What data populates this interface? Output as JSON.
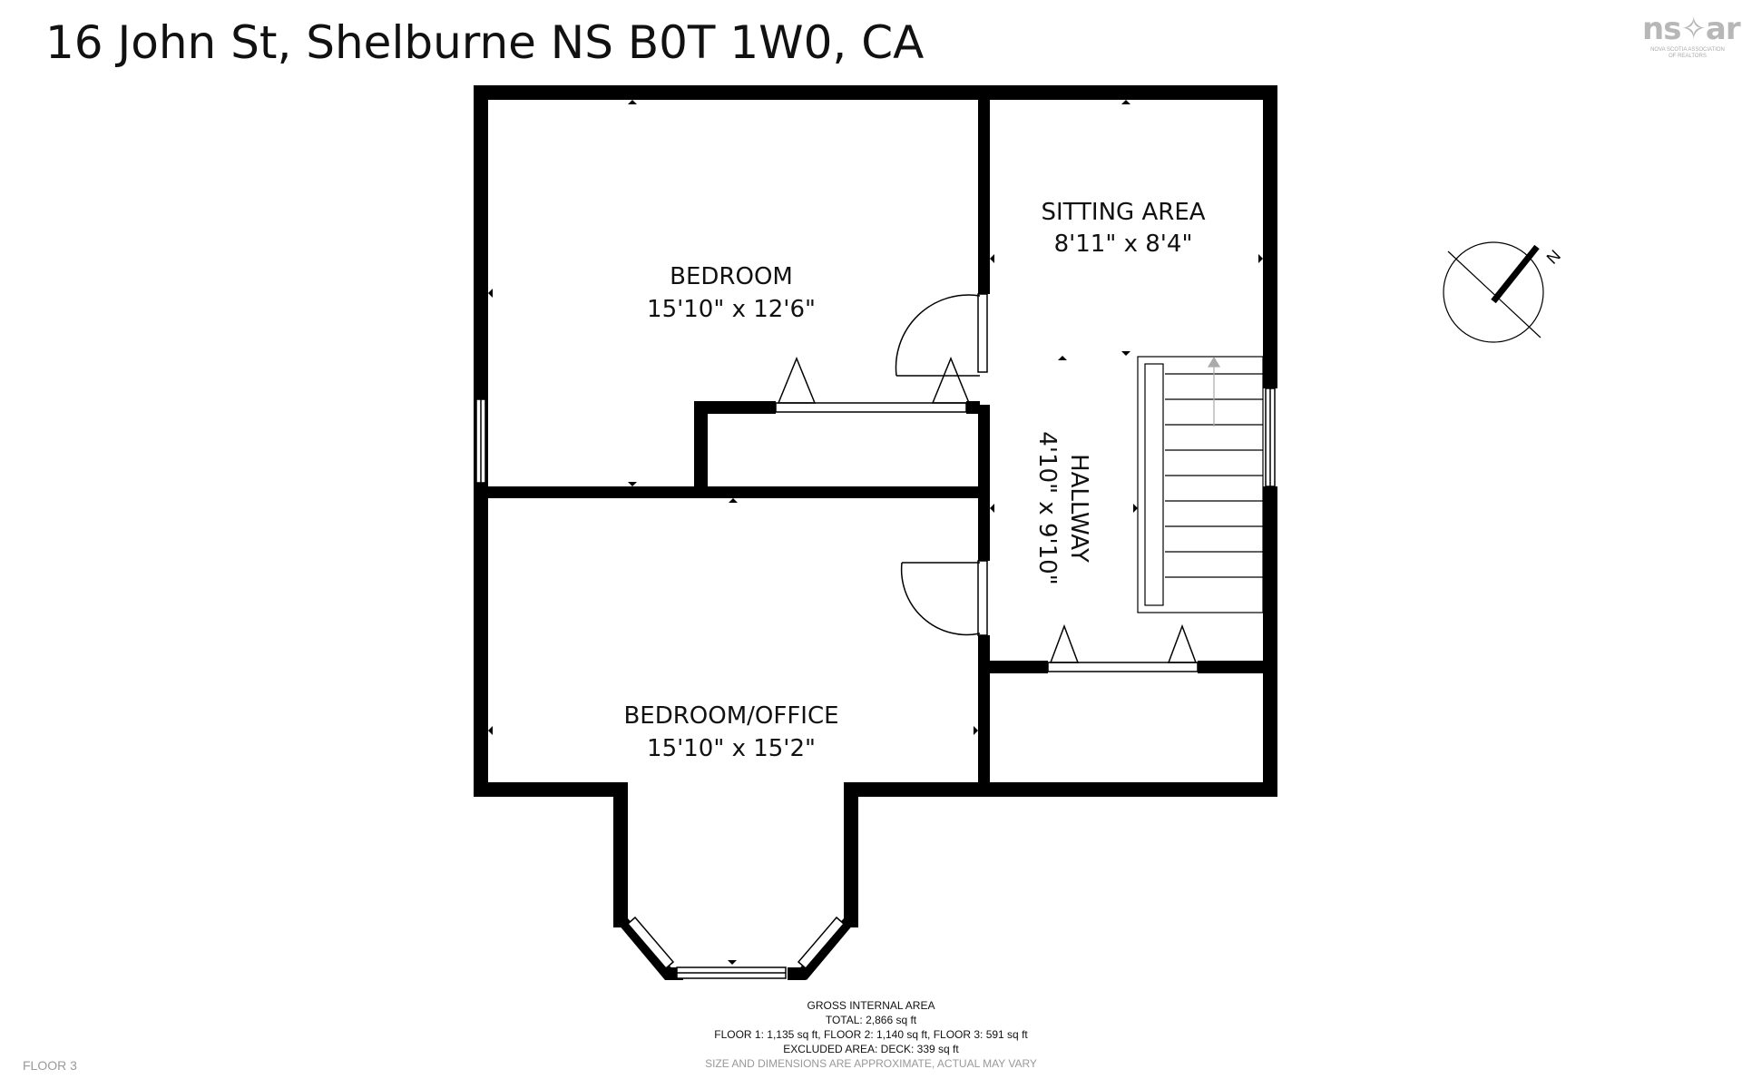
{
  "address": "16 John St, Shelburne NS B0T 1W0, CA",
  "logo": {
    "text": "ns✧ar",
    "sub1": "NOVA SCOTIA ASSOCIATION",
    "sub2": "OF REALTORS"
  },
  "compass": {
    "north_label": "N"
  },
  "rooms": {
    "bedroom": {
      "name": "BEDROOM",
      "size": "15'10\" x 12'6\""
    },
    "sitting_area": {
      "name": "SITTING AREA",
      "size": "8'11\" x 8'4\""
    },
    "hallway": {
      "name": "HALLWAY",
      "size": "4'10\" x 9'10\""
    },
    "bedroom_office": {
      "name": "BEDROOM/OFFICE",
      "size": "15'10\" x 15'2\""
    }
  },
  "area_notes": {
    "heading": "GROSS INTERNAL AREA",
    "total": "TOTAL: 2,866 sq ft",
    "floors": "FLOOR 1: 1,135 sq ft, FLOOR 2: 1,140 sq ft, FLOOR 3: 591 sq ft",
    "excluded": "EXCLUDED AREA: DECK: 339 sq ft",
    "disclaimer": "SIZE AND DIMENSIONS ARE APPROXIMATE, ACTUAL MAY VARY"
  },
  "floor_label": "FLOOR 3"
}
